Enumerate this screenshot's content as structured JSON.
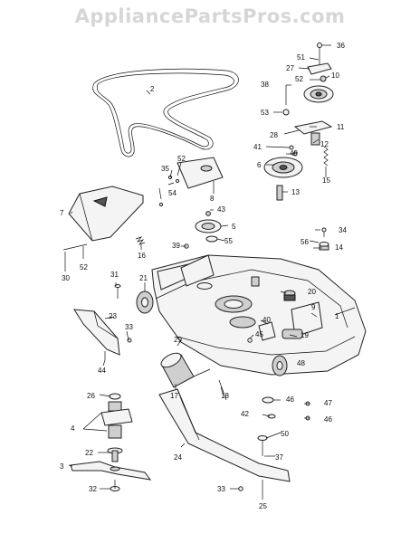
{
  "watermark": "AppliancePartsPros.com",
  "callouts": {
    "c1": "1",
    "c2": "2",
    "c3": "3",
    "c4": "4",
    "c5": "5",
    "c6": "6",
    "c7": "7",
    "c8": "8",
    "c9": "9",
    "c10": "10",
    "c11": "11",
    "c12": "12",
    "c13": "13",
    "c14": "14",
    "c15": "15",
    "c16": "16",
    "c17": "17",
    "c18": "18",
    "c19": "19",
    "c20": "20",
    "c21": "21",
    "c22": "22",
    "c23": "23",
    "c24": "24",
    "c25": "25",
    "c26": "26",
    "c27": "27",
    "c28": "28",
    "c29": "29",
    "c30": "30",
    "c31": "31",
    "c32": "32",
    "c33a": "33",
    "c33b": "33",
    "c34": "34",
    "c35": "35",
    "c36": "36",
    "c37": "37",
    "c38": "38",
    "c39": "39",
    "c40": "40",
    "c41": "41",
    "c42": "42",
    "c43": "43",
    "c44": "44",
    "c45": "45",
    "c46a": "46",
    "c46b": "46",
    "c47": "47",
    "c48": "48",
    "c49": "49",
    "c50": "50",
    "c51": "51",
    "c52a": "52",
    "c52b": "52",
    "c52c": "52",
    "c53": "53",
    "c54": "54",
    "c55": "55",
    "c56": "56"
  }
}
